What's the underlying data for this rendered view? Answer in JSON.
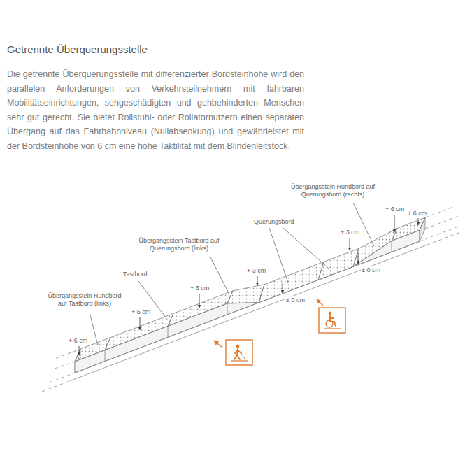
{
  "diagram": {
    "title": "Getrennte Überquerungsstelle",
    "labels": [
      "Die getrennte Überquerungsstelle mit differenzierter Bordsteinhöhe wird den parallelen Anforderungen von Verkehrsteilnehmern mit fahrbaren Mobilitätseinrichtungen, sehgeschädigten und gehbehinderten Menschen sehr gut gerecht. Sie bietet Rollstuhl- oder Rollatornutzern einen separaten Übergang auf das Fahrbahnniveau (Nullabsenkung) und gewährleistet mit der Bordsteinhöhe von 6 cm eine hohe Taktilität mit dem Blindenleitstock.",
      "Übergangsstein Rundbord auf Querungsbord (rechts)",
      "+ 6 cm",
      "+ 6 cm",
      "Querungsbord",
      "+ 3 cm",
      "Übergangsstein Tastbord auf Querungsbord (links)",
      "+ 3 cm",
      "± 0 cm",
      "Tastbord",
      "+ 6 cm",
      "Übergangsstein Rundbord auf Tastbord (links)",
      "± 0 cm",
      "+ 6 cm",
      "+ 6 cm"
    ]
  }
}
